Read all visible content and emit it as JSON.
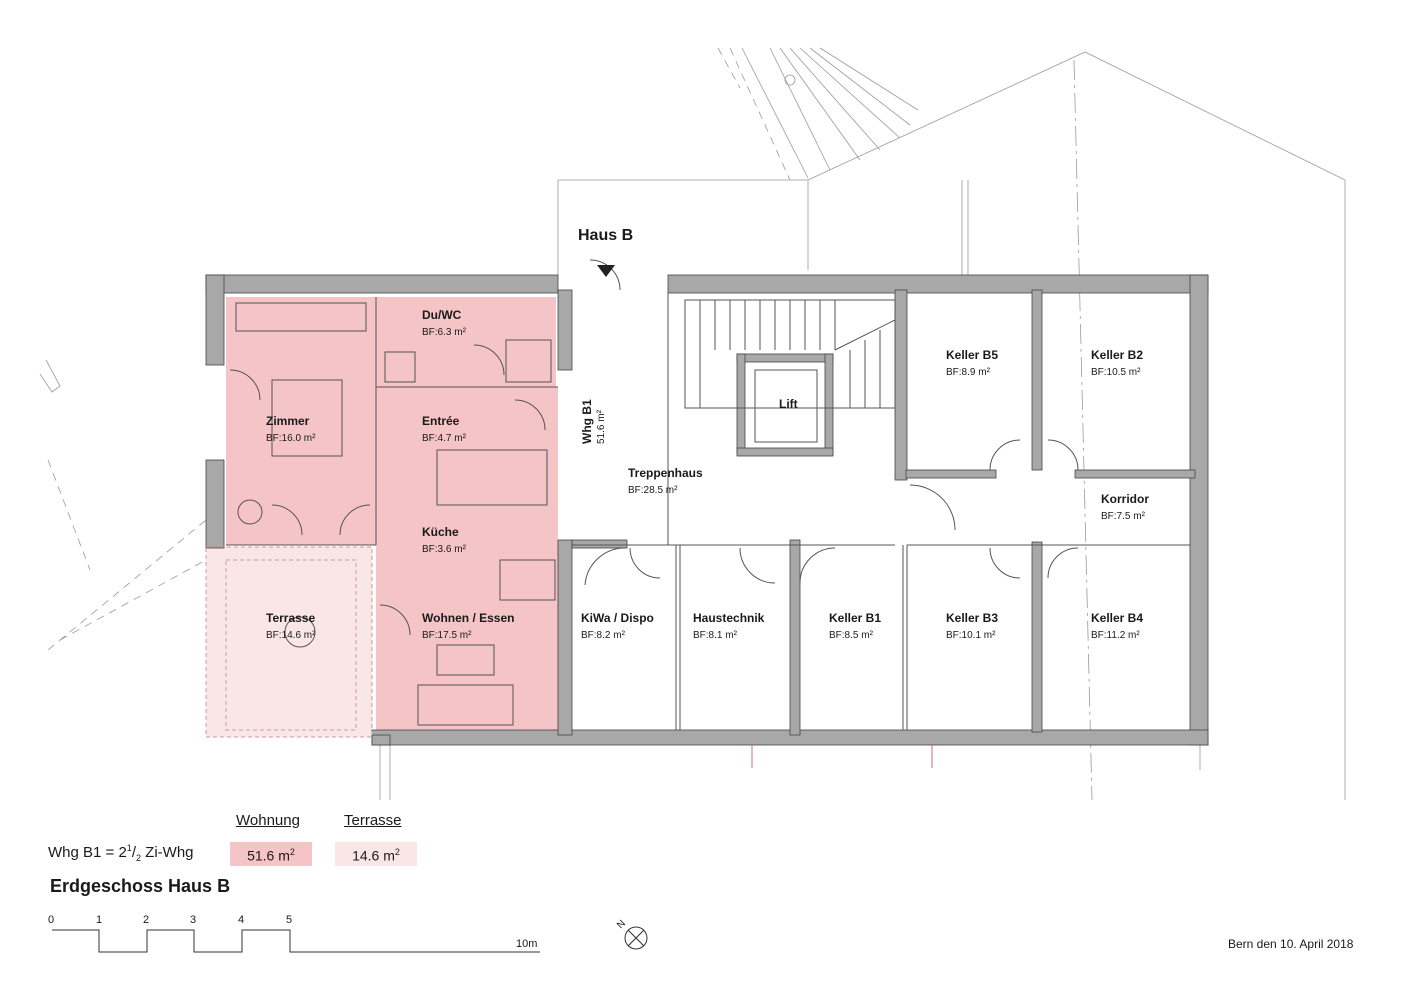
{
  "building_label": "Haus B",
  "sheet_title": "Erdgeschoss Haus B",
  "date_text": "Bern den 10. April 2018",
  "colors": {
    "apartment_fill": "#f4c4c6",
    "terrace_fill": "#fbe6e7",
    "wall": "#8a8a8a",
    "line": "#555555"
  },
  "rooms": [
    {
      "name": "Du/WC",
      "area": "BF:6.3 m²"
    },
    {
      "name": "Zimmer",
      "area": "BF:16.0 m²"
    },
    {
      "name": "Entrée",
      "area": "BF:4.7 m²"
    },
    {
      "name": "Küche",
      "area": "BF:3.6 m²"
    },
    {
      "name": "Wohnen / Essen",
      "area": "BF:17.5 m²"
    },
    {
      "name": "Terrasse",
      "area": "BF:14.6 m²"
    },
    {
      "name": "Treppenhaus",
      "area": "BF:28.5 m²"
    },
    {
      "name": "Lift",
      "area": ""
    },
    {
      "name": "Keller B5",
      "area": "BF:8.9 m²"
    },
    {
      "name": "Keller B2",
      "area": "BF:10.5 m²"
    },
    {
      "name": "Korridor",
      "area": "BF:7.5 m²"
    },
    {
      "name": "KiWa / Dispo",
      "area": "BF:8.2 m²"
    },
    {
      "name": "Haustechnik",
      "area": "BF:8.1 m²"
    },
    {
      "name": "Keller B1",
      "area": "BF:8.5 m²"
    },
    {
      "name": "Keller B3",
      "area": "BF:10.1 m²"
    },
    {
      "name": "Keller B4",
      "area": "BF:11.2 m²"
    }
  ],
  "unit_tag": {
    "name": "Whg B1",
    "area": "51.6 m²"
  },
  "legend": {
    "header_wohnung": "Wohnung",
    "header_terrasse": "Terrasse",
    "row_prefix": "Whg B1 = 2",
    "row_sup": "1",
    "row_slash": "/",
    "row_sub": "2",
    "row_suffix": " Zi-Whg",
    "wohnung_value": "51.6 m",
    "terrasse_value": "14.6 m",
    "unit_sup": "2"
  },
  "scale": {
    "ticks": [
      "0",
      "1",
      "2",
      "3",
      "4",
      "5"
    ],
    "end_label": "10m"
  },
  "north_label": "N"
}
